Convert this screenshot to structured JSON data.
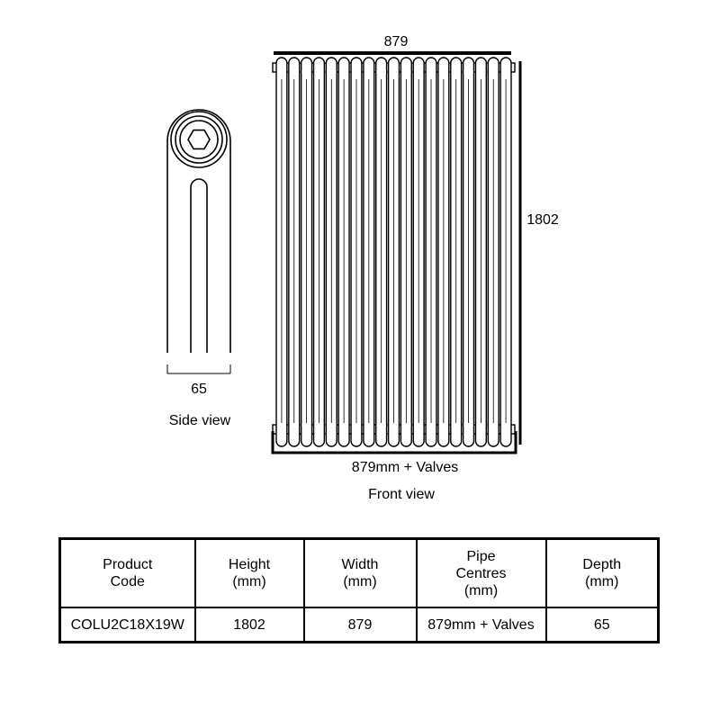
{
  "dimensions": {
    "top_width": "879",
    "height": "1802",
    "depth": "65",
    "pipe_centres": "879mm + Valves"
  },
  "views": {
    "side": "Side view",
    "front": "Front view"
  },
  "front_view": {
    "column_count": 19
  },
  "table": {
    "headers": [
      "Product\nCode",
      "Height\n(mm)",
      "Width\n(mm)",
      "Pipe\nCentres\n(mm)",
      "Depth\n(mm)"
    ],
    "rows": [
      [
        "COLU2C18X19W",
        "1802",
        "879",
        "879mm + Valves",
        "65"
      ]
    ]
  },
  "colors": {
    "line": "#000000",
    "background": "#ffffff"
  }
}
